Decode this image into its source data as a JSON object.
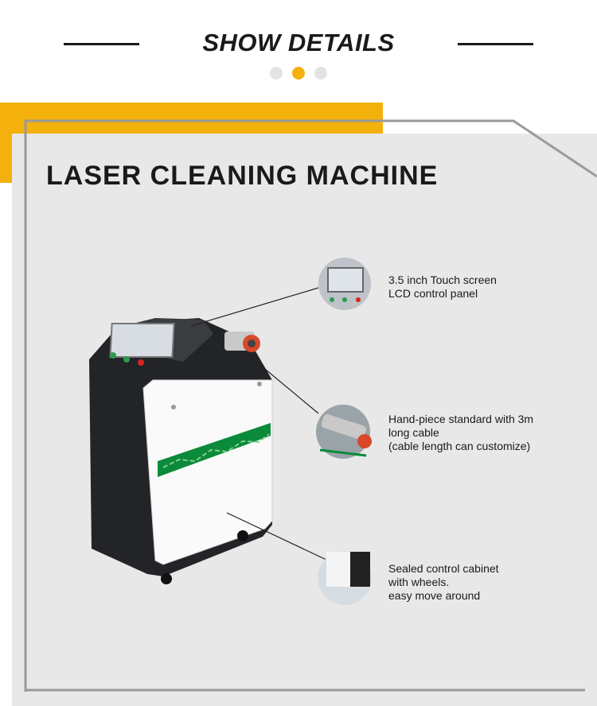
{
  "header": {
    "title": "SHOW DETAILS"
  },
  "pager": {
    "dots": [
      "inactive",
      "active",
      "inactive"
    ],
    "active_color": "#f4b10b",
    "inactive_color": "#e3e3e3"
  },
  "colors": {
    "accent": "#f4b10b",
    "panel": "#e8e8e8",
    "frame": "#9a9a9a"
  },
  "product": {
    "title": "LASER CLEANING MACHINE"
  },
  "features": [
    {
      "lines": [
        "3.5 inch Touch screen",
        "LCD control panel"
      ],
      "icon": "touch-panel-thumbnail"
    },
    {
      "lines": [
        "Hand-piece standard with 3m",
        "long cable",
        "(cable length can customize)"
      ],
      "icon": "handpiece-thumbnail"
    },
    {
      "lines": [
        "Sealed control cabinet",
        "with wheels.",
        "easy move around"
      ],
      "icon": "cabinet-thumbnail"
    }
  ]
}
